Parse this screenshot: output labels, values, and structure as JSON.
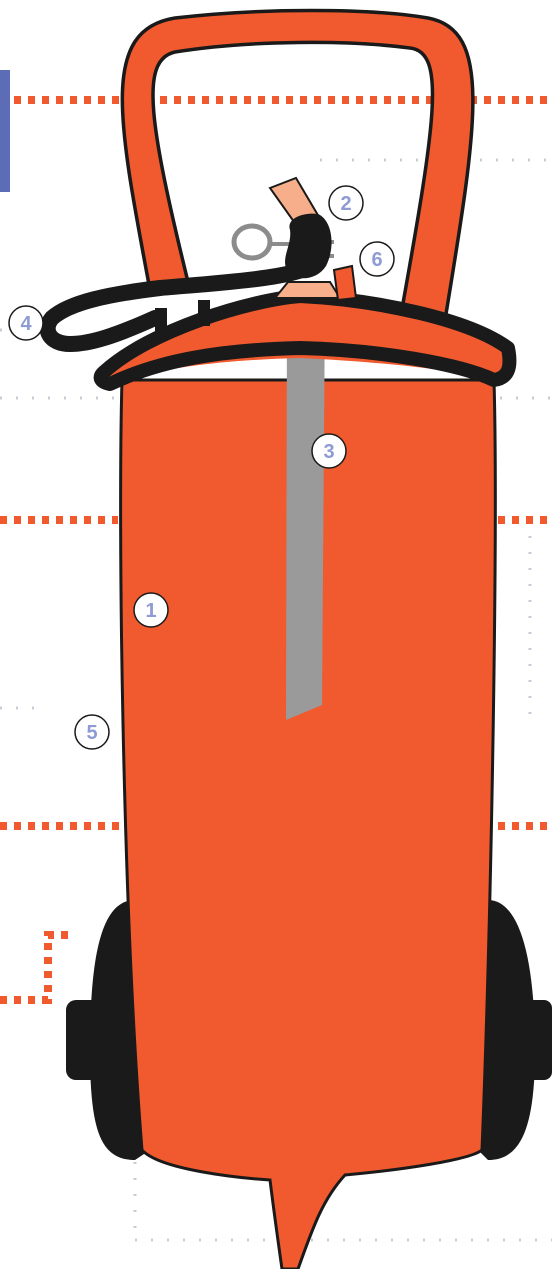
{
  "colors": {
    "body": "#F05A2E",
    "outline": "#1A1A1A",
    "stripe": "#9A9A9A",
    "handle_outline": "#1A1A1A",
    "callout_text": "#8E9BD4",
    "dashed_orange": "#F05A2E",
    "dotted_grey": "#C8CCD8",
    "side_tab": "#5D6DB5",
    "nozzle_tan": "#F6AE8B",
    "ring_grey": "#8C8C8C"
  },
  "callouts": [
    {
      "id": "1",
      "label": "1",
      "part": "cylinder-body"
    },
    {
      "id": "2",
      "label": "2",
      "part": "valve-lever"
    },
    {
      "id": "3",
      "label": "3",
      "part": "stripe-label"
    },
    {
      "id": "4",
      "label": "4",
      "part": "hose"
    },
    {
      "id": "5",
      "label": "5",
      "part": "wheel"
    },
    {
      "id": "6",
      "label": "6",
      "part": "pressure-valve"
    }
  ]
}
